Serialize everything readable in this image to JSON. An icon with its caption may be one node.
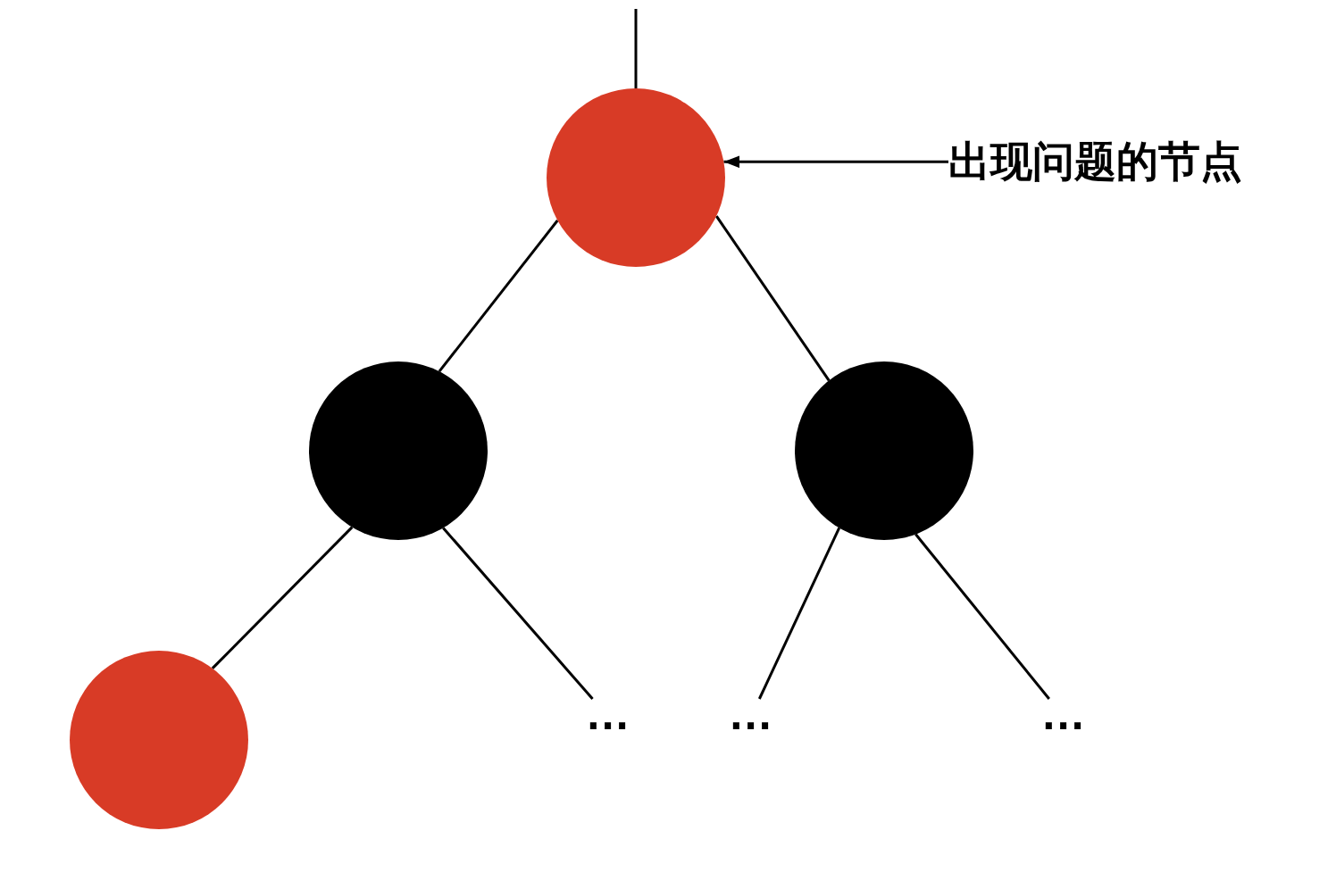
{
  "diagram": {
    "nodes": [
      {
        "text": [],
        "shape": "circle"
      },
      {
        "text": [
          "出现问题的节点"
        ]
      },
      {
        "text": [],
        "shape": "circle"
      },
      {
        "text": [],
        "shape": "circle"
      },
      {
        "text": [],
        "shape": "circle"
      },
      {
        "text": [
          "..."
        ]
      },
      {
        "text": [
          "..."
        ]
      },
      {
        "text": [
          "..."
        ]
      }
    ],
    "edges": [
      {
        "from": null,
        "to": 0,
        "arrow": "none"
      },
      {
        "from": 1,
        "to": 0,
        "arrow": "to"
      },
      {
        "from": 0,
        "to": 2,
        "arrow": "none"
      },
      {
        "from": 0,
        "to": 3,
        "arrow": "none"
      },
      {
        "from": 2,
        "to": 4,
        "arrow": "none"
      },
      {
        "from": 2,
        "to": 5,
        "arrow": "none"
      },
      {
        "from": 3,
        "to": 6,
        "arrow": "none"
      },
      {
        "from": 3,
        "to": 7,
        "arrow": "none"
      }
    ]
  }
}
